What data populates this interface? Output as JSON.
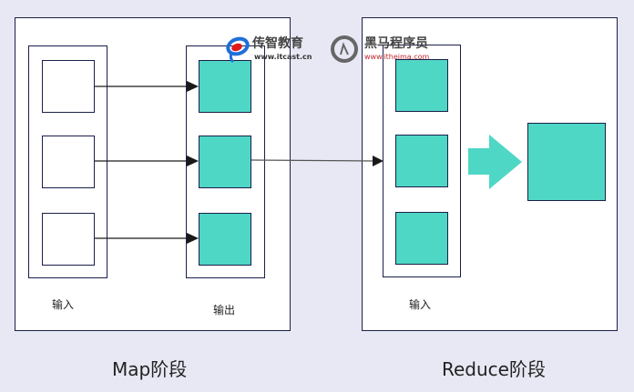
{
  "diagram": {
    "map_stage": {
      "title": "Map阶段",
      "input_label": "输入",
      "output_label": "输出",
      "input_boxes": 3,
      "output_boxes": 3
    },
    "reduce_stage": {
      "title": "Reduce阶段",
      "input_label": "输入",
      "input_boxes": 3,
      "output_boxes": 1
    },
    "colors": {
      "background": "#e8e8f4",
      "panel": "#ffffff",
      "border": "#1a1f4a",
      "teal": "#4fd7c5",
      "arrow": "#1a1a1a"
    }
  },
  "watermarks": {
    "itcast": {
      "name": "传智教育",
      "url": "www.itcast.cn"
    },
    "itheima": {
      "name": "黑马程序员",
      "url": "www.itheima.com"
    }
  }
}
